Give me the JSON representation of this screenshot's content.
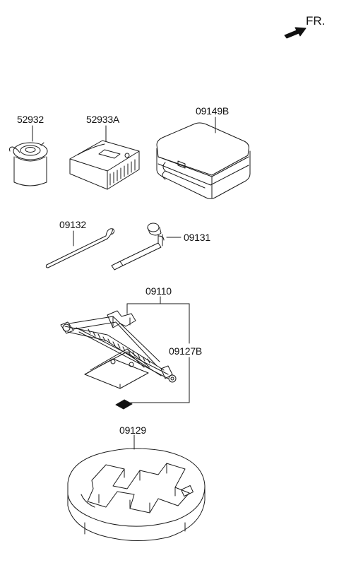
{
  "direction": {
    "label": "FR."
  },
  "parts": [
    {
      "id": "spare-bolt",
      "label": "52932"
    },
    {
      "id": "tire-mobility-kit",
      "label": "52933A"
    },
    {
      "id": "tool-case",
      "label": "09149B"
    },
    {
      "id": "jack-handle",
      "label": "09132"
    },
    {
      "id": "lug-wrench",
      "label": "09131"
    },
    {
      "id": "jack-assembly",
      "label": "09110"
    },
    {
      "id": "jack-label",
      "label": "09127B"
    },
    {
      "id": "tray",
      "label": "09129"
    }
  ],
  "colors": {
    "line": "#1a1a1a",
    "background": "#ffffff"
  }
}
